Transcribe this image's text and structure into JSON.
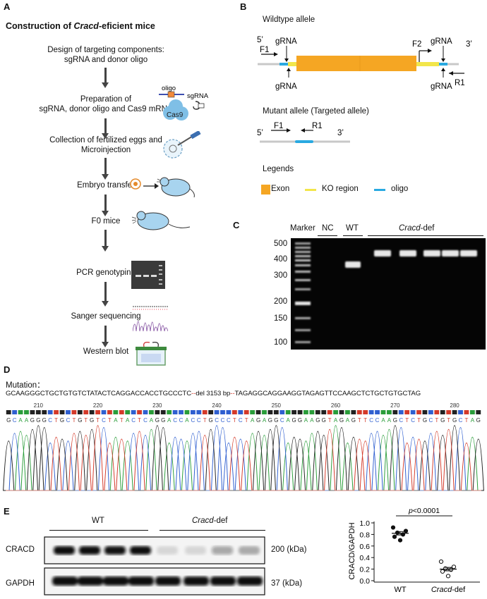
{
  "panelA": {
    "label": "A",
    "title_prefix": "Construction of ",
    "title_gene": "Cracd",
    "title_suffix": "-eficient mice",
    "steps": [
      {
        "line1": "Design of targeting components:",
        "line2": "sgRNA and donor oligo"
      },
      {
        "line1": "Preparation of",
        "line2": "sgRNA, donor oligo and Cas9 mRNA"
      },
      {
        "line1": "Collection of fertilized eggs and",
        "line2": "Microinjection"
      },
      {
        "line1": "Embryo transfer",
        "line2": ""
      },
      {
        "line1": "F0 mice",
        "line2": ""
      },
      {
        "line1": "PCR genotyping",
        "line2": ""
      },
      {
        "line1": "Sanger sequencing",
        "line2": ""
      },
      {
        "line1": "Western blot",
        "line2": ""
      }
    ],
    "icon_labels": {
      "oligo": "oligo",
      "sgrna": "sgRNA",
      "cas9": "Cas9"
    }
  },
  "panelB": {
    "label": "B",
    "wildtype_title": "Wildtype allele",
    "mutant_title": "Mutant allele (Targeted allele)",
    "five_prime": "5’",
    "three_prime": "3’",
    "F1": "F1",
    "F2": "F2",
    "R1": "R1",
    "gRNA": "gRNA",
    "legends_title": "Legends",
    "legend_items": [
      {
        "label": "Exon",
        "color": "#f5a623"
      },
      {
        "label": "KO region",
        "color": "#f2e64a"
      },
      {
        "label": "oligo",
        "color": "#29a9e1"
      }
    ]
  },
  "panelC": {
    "label": "C",
    "lanes": {
      "marker": "Marker",
      "nc": "NC",
      "wt": "WT",
      "def_gene": "Cracd",
      "def_suffix": "-def"
    },
    "ladder": [
      "500",
      "400",
      "300",
      "200",
      "150",
      "100"
    ]
  },
  "panelD": {
    "label": "D",
    "mutation_label": "Mutation：",
    "seq_left": "GCAAGGGCTGCTGTGTCTATACTCAGGACCACCTGCCCTC",
    "del_text": "del 3153 bp",
    "seq_right": "TAGAGGCAGGAAGGTAGAGTTCCAAGCTCTGCTGTGCTAG",
    "positions": [
      "210",
      "220",
      "230",
      "240",
      "250",
      "260",
      "270",
      "280"
    ],
    "basecalls": "GCAAGGGCTGCTGTGTCTATACTCAGGACCACCTGCCCTCTAGAGGCAGGAAGGTAGAGTTCCAAGCTCTGCTGTGCTAG",
    "base_colors": {
      "A": "#2a9d3a",
      "C": "#2f5fd0",
      "G": "#222222",
      "T": "#d43a2a"
    }
  },
  "panelE": {
    "label": "E",
    "wt_label": "WT",
    "def_gene": "Cracd",
    "def_suffix": "-def",
    "cracd_label": "CRACD",
    "gapdh_label": "GAPDH",
    "cracd_kda": "200 (kDa)",
    "gapdh_kda": "37 (kDa)",
    "band_intensity_cracd": [
      1.0,
      1.0,
      0.98,
      1.0,
      0.12,
      0.12,
      0.35,
      0.3
    ],
    "band_intensity_gapdh": [
      1.0,
      1.0,
      1.0,
      1.0,
      1.0,
      1.0,
      1.0,
      1.0
    ]
  },
  "chart_data": {
    "type": "scatter",
    "ylabel": "CRACD/GAPDH",
    "categories": [
      "WT",
      "Cracd-def"
    ],
    "yticks": [
      "0.0",
      "0.2",
      "0.4",
      "0.6",
      "0.8",
      "1.0"
    ],
    "ylim": [
      0,
      1.0
    ],
    "pvalue_label": "p<0.0001",
    "series": [
      {
        "category": "WT",
        "values": [
          0.92,
          0.86,
          0.83,
          0.8,
          0.76,
          0.7
        ],
        "mean": 0.82,
        "sem": 0.03,
        "filled": true
      },
      {
        "category": "Cracd-def",
        "values": [
          0.33,
          0.24,
          0.21,
          0.19,
          0.16,
          0.08
        ],
        "mean": 0.2,
        "sem": 0.03,
        "filled": false
      }
    ],
    "grid": false
  }
}
